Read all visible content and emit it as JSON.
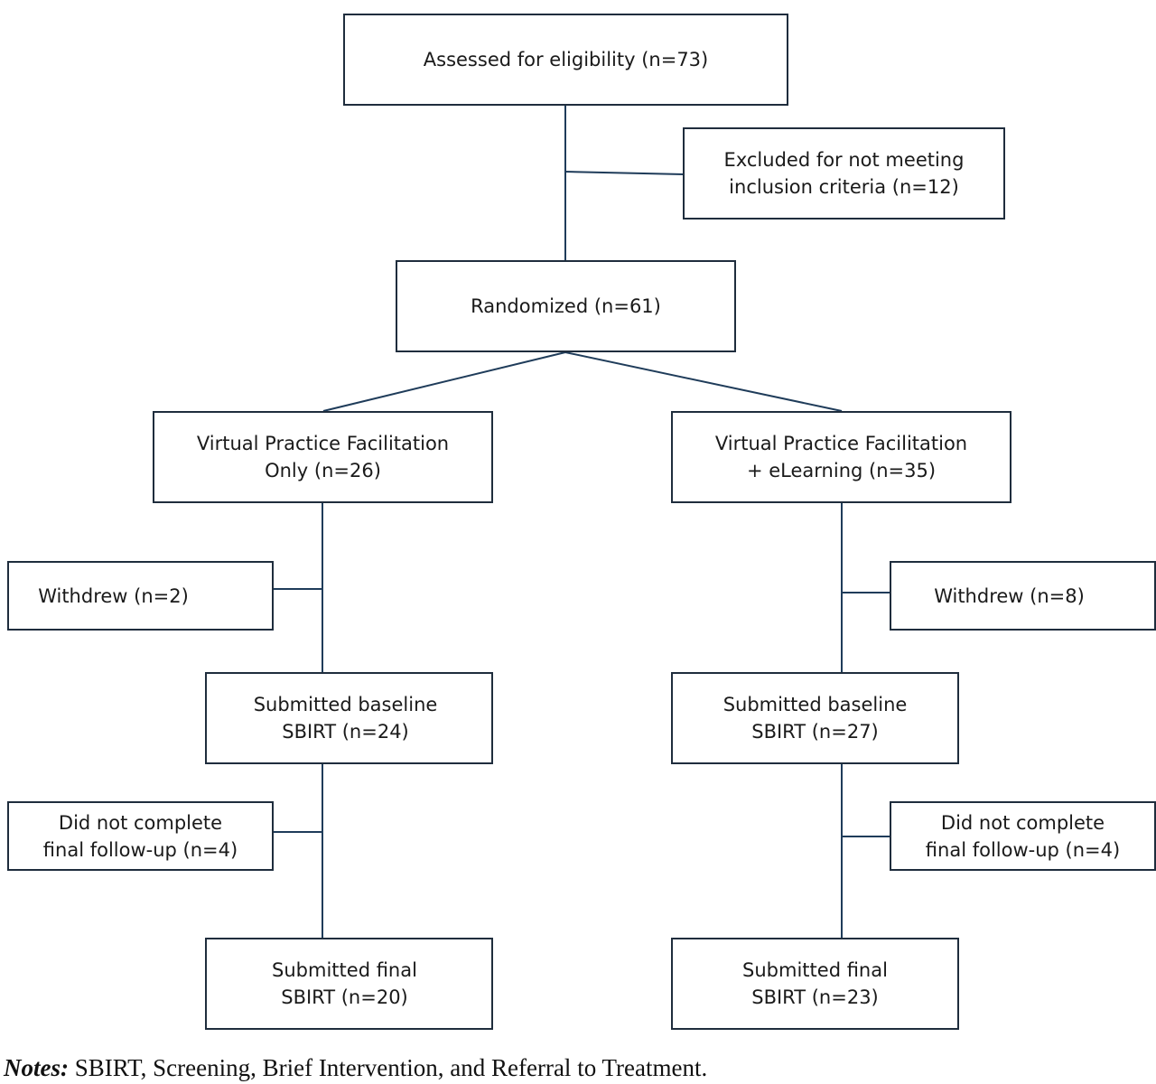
{
  "boxes": {
    "assessed": {
      "lines": [
        "Assessed for eligibility (n=73)"
      ]
    },
    "excluded": {
      "lines": [
        "Excluded for not meeting",
        "inclusion criteria (n=12)"
      ]
    },
    "randomized": {
      "lines": [
        "Randomized (n=61)"
      ]
    },
    "arm_left": {
      "lines": [
        "Virtual Practice Facilitation",
        "Only (n=26)"
      ]
    },
    "arm_right": {
      "lines": [
        "Virtual Practice Facilitation",
        "+ eLearning (n=35)"
      ]
    },
    "withdrew_left": {
      "lines": [
        "Withdrew (n=2)"
      ]
    },
    "withdrew_right": {
      "lines": [
        "Withdrew (n=8)"
      ]
    },
    "baseline_left": {
      "lines": [
        "Submitted baseline",
        "SBIRT (n=24)"
      ]
    },
    "baseline_right": {
      "lines": [
        "Submitted baseline",
        "SBIRT (n=27)"
      ]
    },
    "nofollow_left": {
      "lines": [
        "Did not complete",
        "final follow-up (n=4)"
      ]
    },
    "nofollow_right": {
      "lines": [
        "Did not complete",
        "final follow-up (n=4)"
      ]
    },
    "final_left": {
      "lines": [
        "Submitted final",
        "SBIRT (n=20)"
      ]
    },
    "final_right": {
      "lines": [
        "Submitted final",
        "SBIRT (n=23)"
      ]
    }
  },
  "notes": {
    "label": "Notes:",
    "text": " SBIRT, Screening, Brief Intervention, and Referral to Treatment."
  },
  "colors": {
    "line": "#1f3c5a",
    "border": "#1f2d3d"
  }
}
